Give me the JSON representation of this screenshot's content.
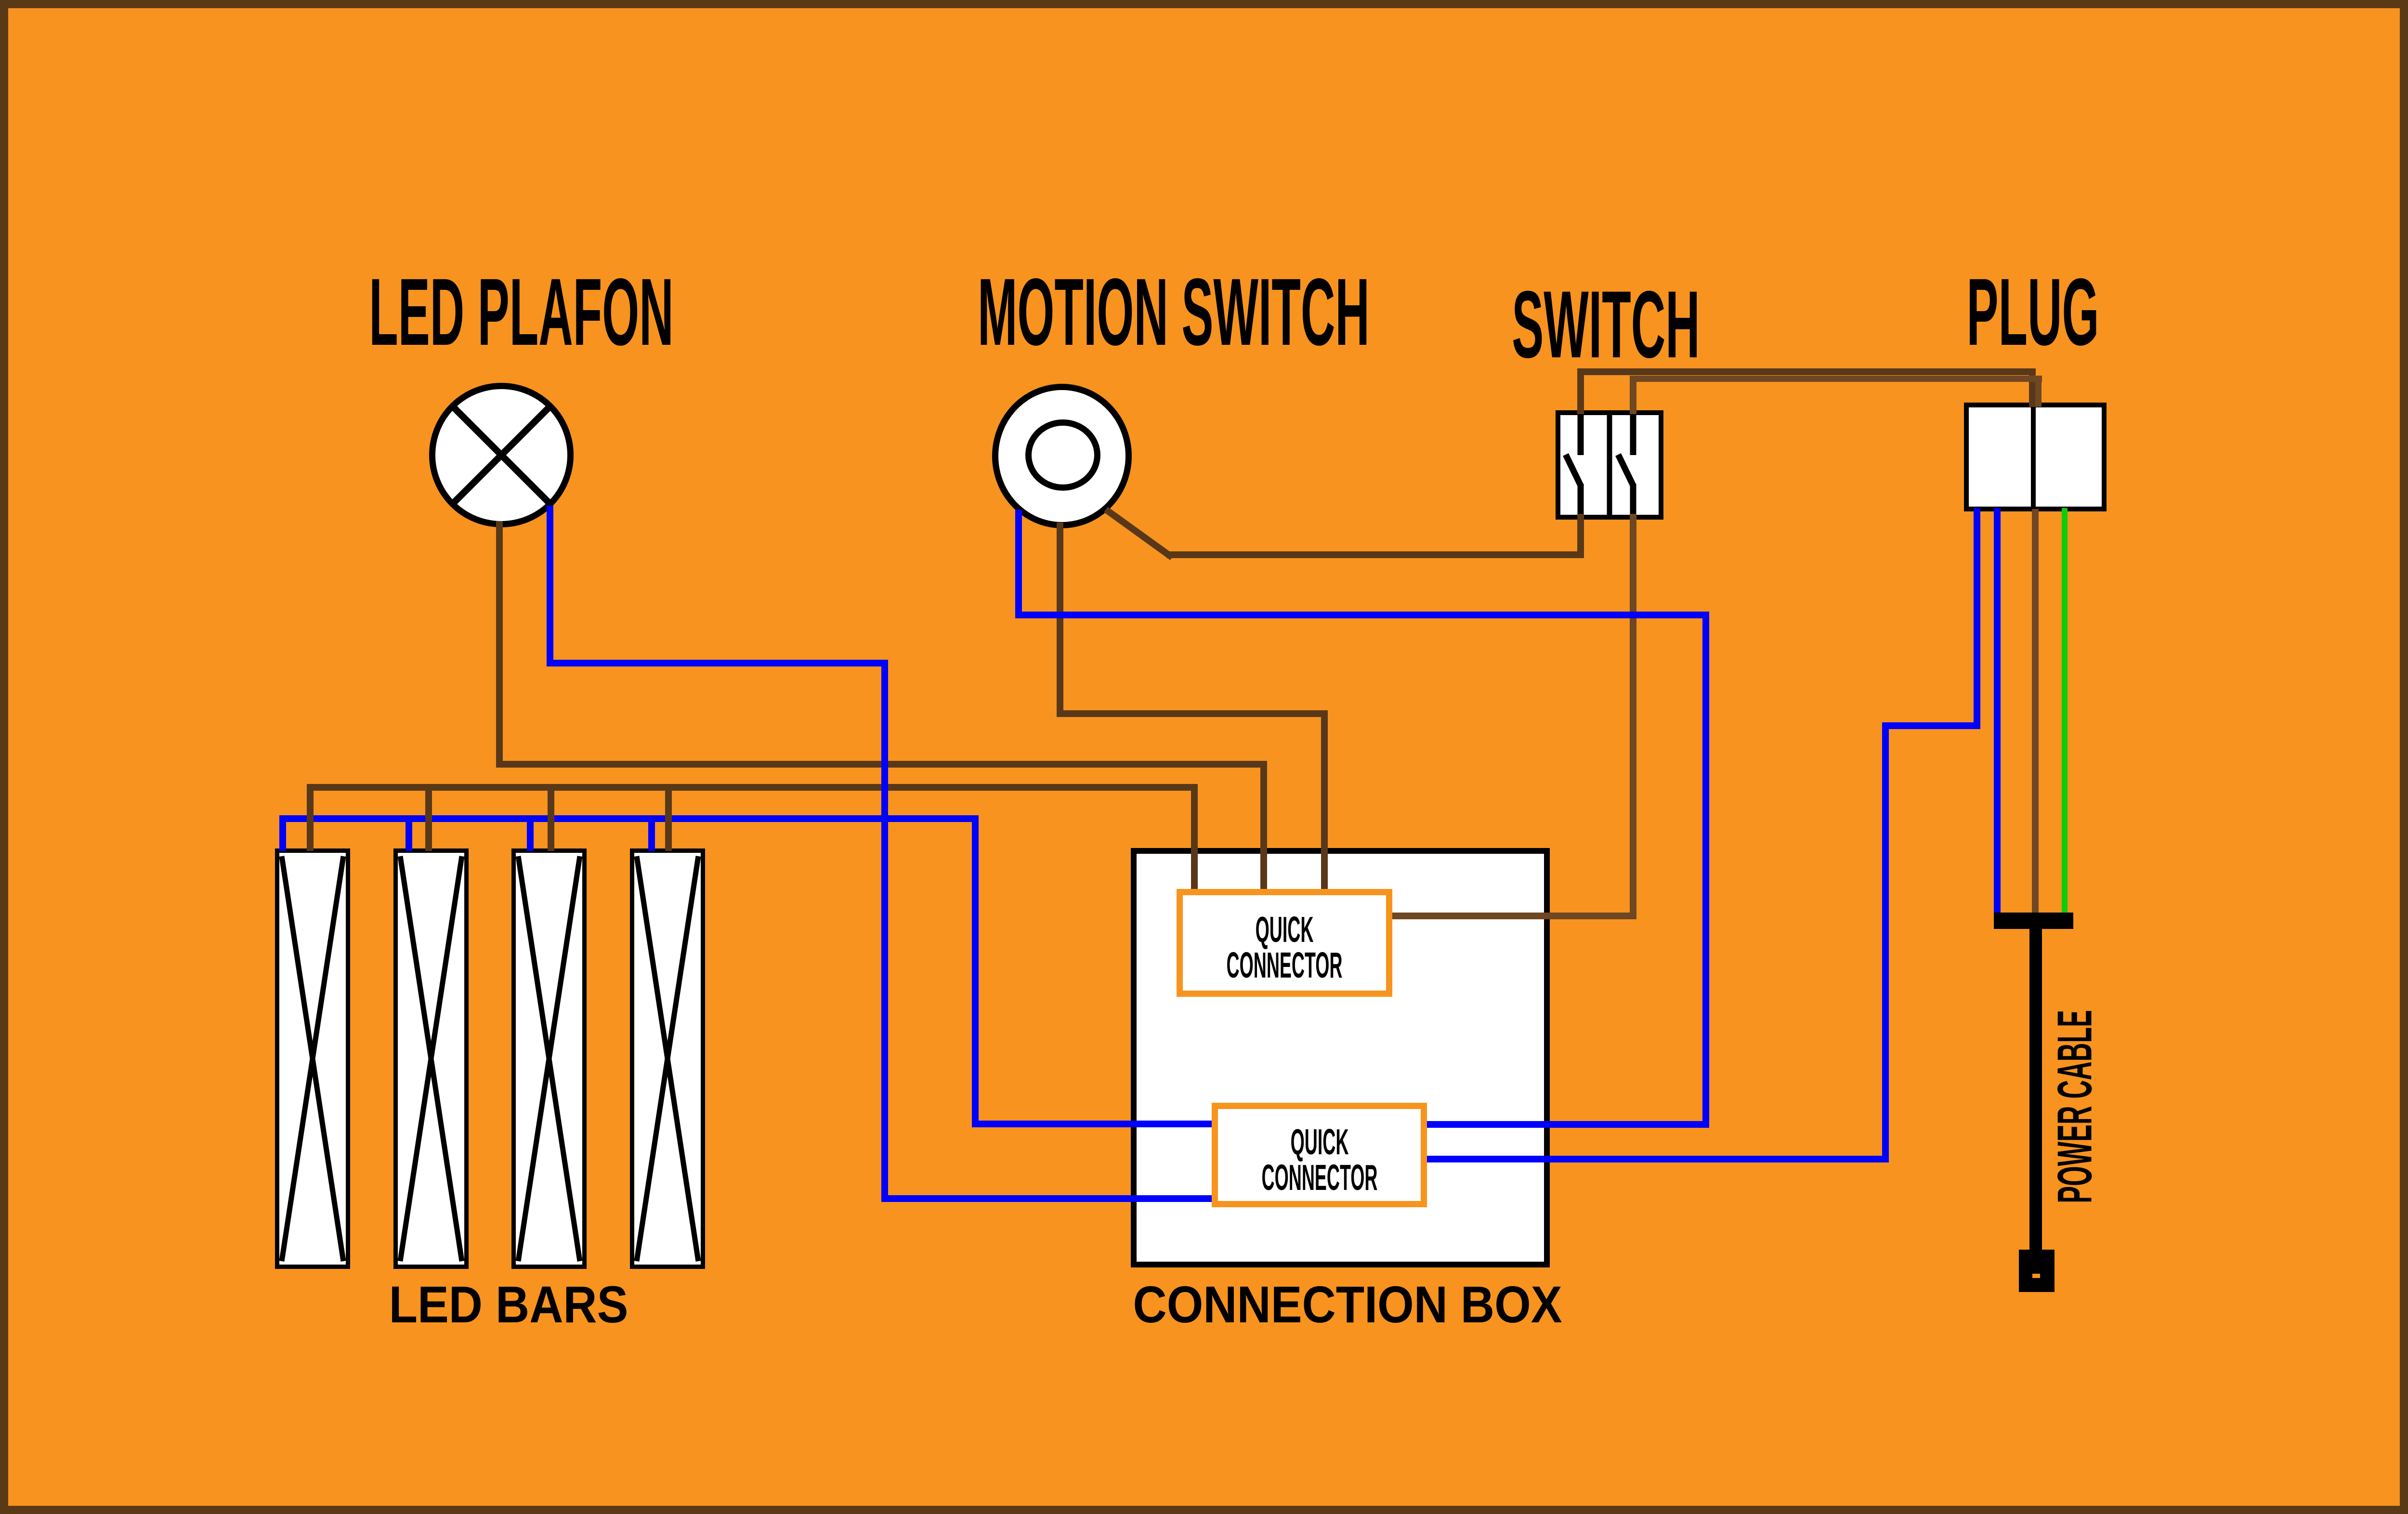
{
  "labels": {
    "led_plafon": "LED PLAFON",
    "motion_switch": "MOTION SWITCH",
    "switch": "SWITCH",
    "plug": "PLUG",
    "led_bars": "LED BARS",
    "connection_box": "CONNECTION BOX",
    "quick_connector_line1": "QUICK",
    "quick_connector_line2": "CONNECTOR",
    "power_cable": "POWER CABLE"
  },
  "colors": {
    "background": "#F7931E",
    "frame_border": "#5A3916",
    "wire_blue_neutral": "#0000FE",
    "wire_brown_live_dark": "#59381A",
    "wire_brown_live_light": "#6F4722",
    "wire_green_earth": "#0BCE0B",
    "power_cable_black": "#000000",
    "component_fill": "#FFFFFF",
    "component_stroke": "#000000",
    "quick_connector_border": "#F7941E"
  },
  "components": [
    {
      "name": "led-plafon",
      "symbol": "circle-with-x",
      "wires": [
        "brown",
        "blue"
      ]
    },
    {
      "name": "motion-switch",
      "symbol": "double-circle",
      "wires": [
        "blue",
        "brown",
        "brown"
      ]
    },
    {
      "name": "switch",
      "symbol": "two-gang-switch",
      "wires": [
        "brown-in-x2",
        "brown-out-x2"
      ]
    },
    {
      "name": "plug",
      "symbol": "split-rectangle",
      "wires": [
        "blue",
        "blue",
        "brown",
        "green"
      ]
    },
    {
      "name": "led-bars",
      "count": 4,
      "symbol": "bar-with-x",
      "wires_each": [
        "blue",
        "brown"
      ]
    },
    {
      "name": "connection-box",
      "contains": [
        "quick-connector-1",
        "quick-connector-2"
      ]
    },
    {
      "name": "power-cable",
      "wires": [
        "blue",
        "brown",
        "green"
      ]
    }
  ],
  "connections": [
    {
      "from": "plug-top",
      "to": "switch-top-terminals",
      "color": "brown"
    },
    {
      "from": "switch-bottom-left",
      "to": "motion-switch-right",
      "color": "brown"
    },
    {
      "from": "motion-switch-bottom",
      "to": "quick-connector-1-top",
      "color": "brown"
    },
    {
      "from": "switch-bottom-right",
      "to": "quick-connector-1-right",
      "color": "brown"
    },
    {
      "from": "led-plafon-brown",
      "to": "quick-connector-1-top",
      "color": "brown"
    },
    {
      "from": "led-bars-brown-bus",
      "to": "quick-connector-1-top",
      "color": "brown"
    },
    {
      "from": "led-plafon-blue",
      "to": "quick-connector-2-left",
      "color": "blue"
    },
    {
      "from": "led-bars-blue-bus",
      "to": "quick-connector-2-left",
      "color": "blue"
    },
    {
      "from": "motion-switch-blue",
      "to": "quick-connector-2-right",
      "color": "blue"
    },
    {
      "from": "plug-blue",
      "to": "quick-connector-2-right",
      "color": "blue"
    },
    {
      "from": "plug-bottom",
      "to": "power-cable",
      "colors": [
        "blue",
        "brown",
        "green"
      ]
    }
  ]
}
